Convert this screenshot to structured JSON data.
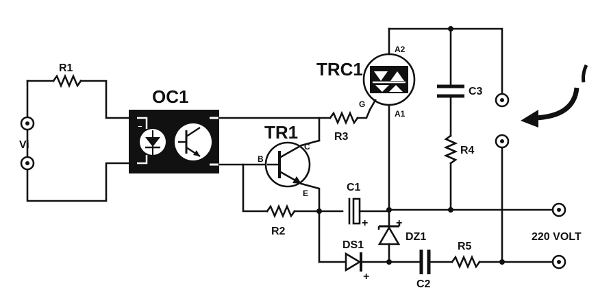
{
  "labels": {
    "r1": "R1",
    "vi": "Vi",
    "oc1": "OC1",
    "tr1": "TR1",
    "trc1": "TRC1",
    "r3": "R3",
    "r2": "R2",
    "c1": "C1",
    "c3": "C3",
    "r4": "R4",
    "dz1": "DZ1",
    "ds1": "DS1",
    "r5": "R5",
    "c2": "C2",
    "mains": "220 VOLT",
    "pin_a2": "A2",
    "pin_a1": "A1",
    "pin_g": "G",
    "pin_b": "B",
    "pin_c": "C",
    "pin_e": "E",
    "plus_c1": "+",
    "plus_dz1": "+",
    "plus_ds1": "+"
  },
  "colors": {
    "ink": "#111111",
    "paper": "#ffffff"
  }
}
